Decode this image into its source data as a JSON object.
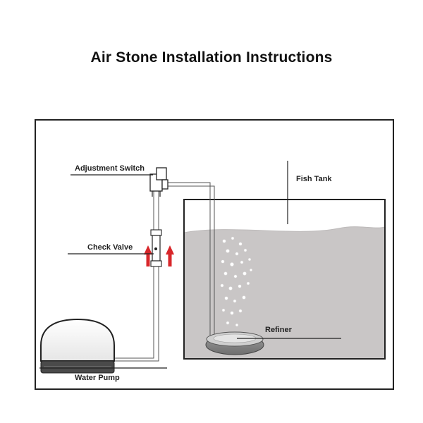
{
  "title": "Air Stone Installation Instructions",
  "labels": {
    "adjustment_switch": "Adjustment Switch",
    "check_valve": "Check Valve",
    "water_pump": "Water Pump",
    "fish_tank": "Fish Tank",
    "refiner": "Refiner"
  },
  "colors": {
    "water": "#c9c6c6",
    "arrow": "#d8262a",
    "outline": "#222222"
  }
}
